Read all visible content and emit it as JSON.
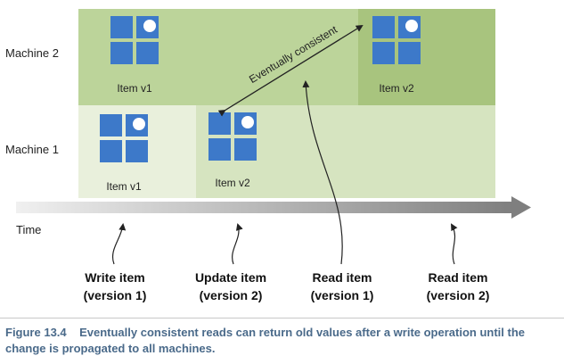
{
  "colors": {
    "machine2_band": "#bcd49a",
    "machine2_right": "#a8c47e",
    "machine1_band": "#d6e4c0",
    "machine1_light": "#e7efda",
    "tile": "#3d79c9",
    "arrow": "#222222",
    "timeline": "#8a8a8a",
    "caption": "#4a6a8a"
  },
  "lanes": {
    "machine2": "Machine 2",
    "machine1": "Machine 1",
    "time": "Time"
  },
  "items": {
    "m2_v1": "Item v1",
    "m2_v2": "Item v2",
    "m1_v1": "Item v1",
    "m1_v2": "Item v2"
  },
  "sync_label": "Eventually consistent",
  "events": [
    {
      "line1": "Write item",
      "line2": "(version 1)"
    },
    {
      "line1": "Update item",
      "line2": "(version 2)"
    },
    {
      "line1": "Read item",
      "line2": "(version 1)"
    },
    {
      "line1": "Read item",
      "line2": "(version 2)"
    }
  ],
  "caption": {
    "figure": "Figure 13.4",
    "text": "Eventually consistent reads can return old values after a write operation until the change is propagated to all machines."
  }
}
